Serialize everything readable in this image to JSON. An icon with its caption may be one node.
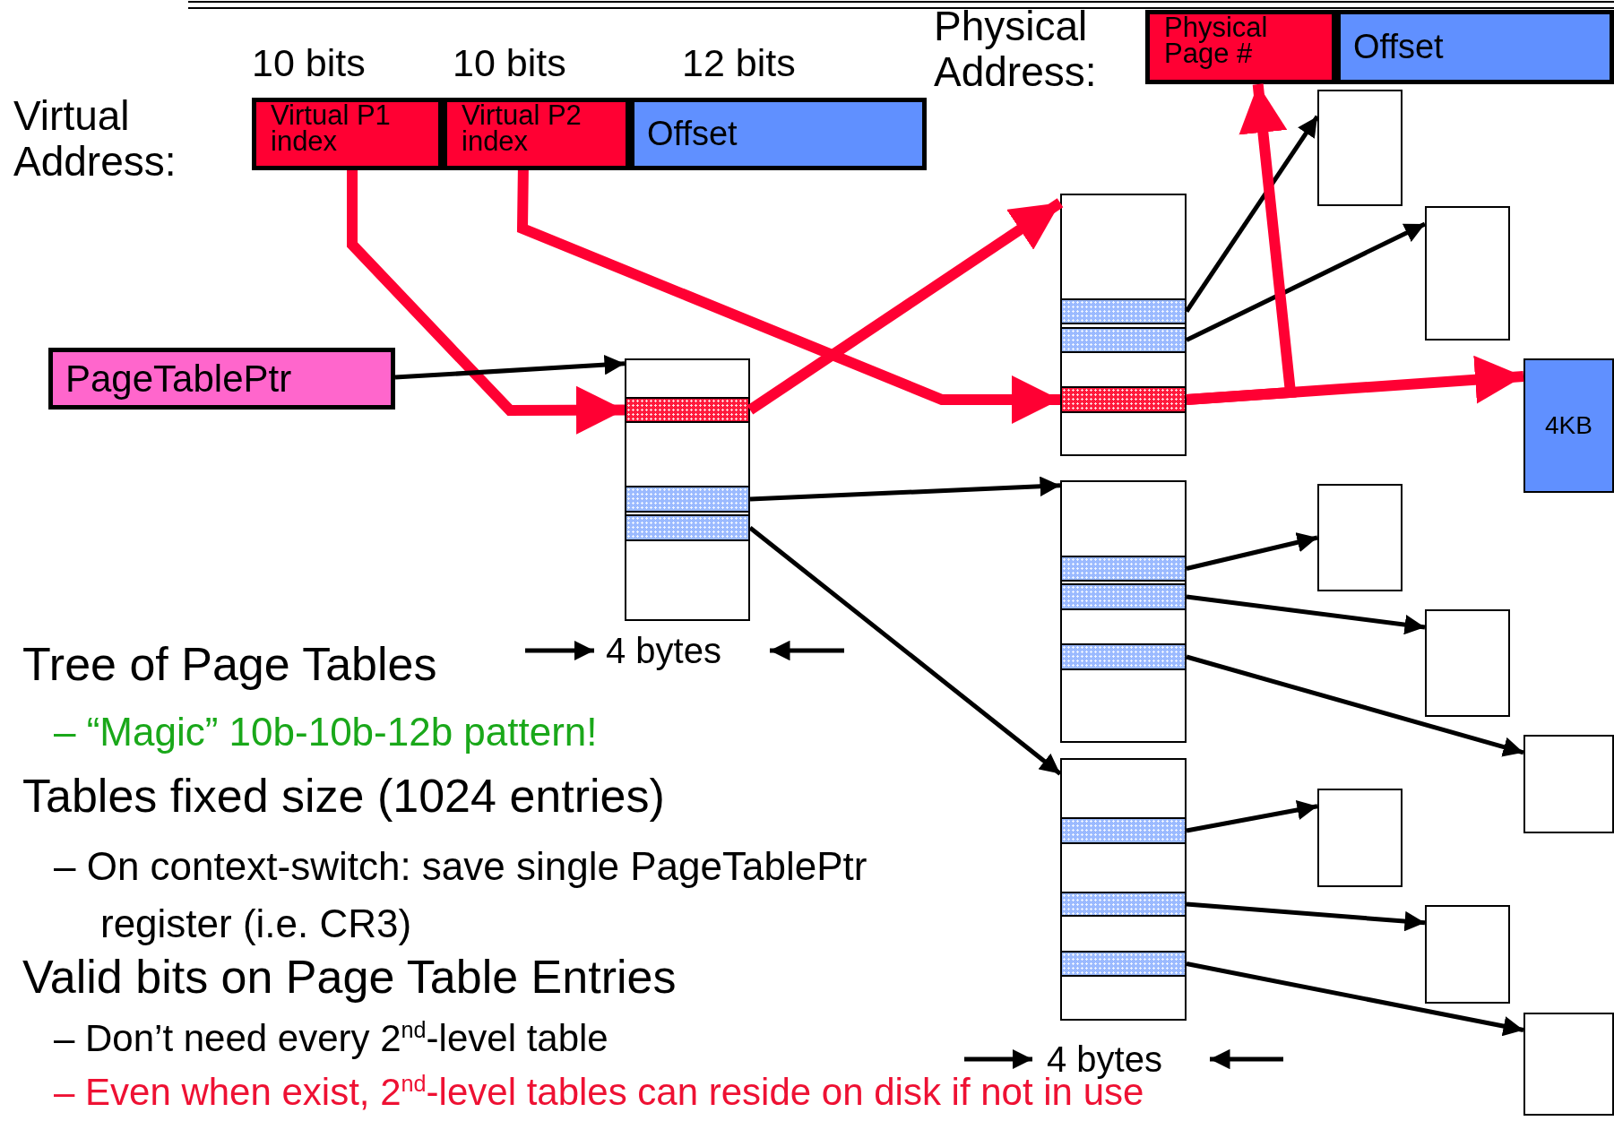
{
  "diagram": {
    "nodes": [
      {
        "text": [
          "Virtual P1 index"
        ]
      },
      {
        "text": [
          "Virtual P2 index"
        ]
      },
      {
        "text": [
          "Offset"
        ]
      },
      {
        "text": [
          "Physical Page #"
        ]
      },
      {
        "text": [
          "Offset"
        ]
      },
      {
        "text": [
          "PageTablePtr"
        ]
      },
      {
        "text": [],
        "shape": "box"
      },
      {
        "text": [],
        "shape": "bar",
        "in": 6
      },
      {
        "text": [],
        "shape": "bar",
        "in": 6
      },
      {
        "text": [],
        "shape": "bar",
        "in": 6
      },
      {
        "text": [],
        "shape": "box"
      },
      {
        "text": [],
        "shape": "bar",
        "in": 10
      },
      {
        "text": [],
        "shape": "bar",
        "in": 10
      },
      {
        "text": [],
        "shape": "bar",
        "in": 10
      },
      {
        "text": [],
        "shape": "box"
      },
      {
        "text": [],
        "shape": "bar",
        "in": 14
      },
      {
        "text": [],
        "shape": "bar",
        "in": 14
      },
      {
        "text": [],
        "shape": "bar",
        "in": 14
      },
      {
        "text": [],
        "shape": "box"
      },
      {
        "text": [],
        "shape": "bar",
        "in": 18
      },
      {
        "text": [],
        "shape": "bar",
        "in": 18
      },
      {
        "text": [],
        "shape": "bar",
        "in": 18
      },
      {
        "text": [],
        "shape": "box"
      },
      {
        "text": [],
        "shape": "box"
      },
      {
        "text": [
          "4KB"
        ]
      },
      {
        "text": [],
        "shape": "box"
      },
      {
        "text": [],
        "shape": "box"
      },
      {
        "text": [],
        "shape": "box"
      },
      {
        "text": [],
        "shape": "box"
      },
      {
        "text": [],
        "shape": "box"
      },
      {
        "text": [],
        "shape": "box"
      }
    ],
    "edges": [
      {
        "from": 0,
        "to": 7,
        "arrow": "to",
        "style": "thick",
        "color": "#ff0033"
      },
      {
        "from": 5,
        "to": 6,
        "arrow": "to"
      },
      {
        "from": 7,
        "to": 10,
        "arrow": "to",
        "style": "thick",
        "color": "#ff0033"
      },
      {
        "from": 1,
        "to": 13,
        "arrow": "to",
        "style": "thick",
        "color": "#ff0033"
      },
      {
        "from": 8,
        "to": 14,
        "arrow": "to"
      },
      {
        "from": 9,
        "to": 18,
        "arrow": "to"
      },
      {
        "from": 11,
        "to": 22,
        "arrow": "to"
      },
      {
        "from": 12,
        "to": 23,
        "arrow": "to"
      },
      {
        "from": 13,
        "to": 24,
        "arrow": "to",
        "style": "thick",
        "color": "#ff0033"
      },
      {
        "from": 13,
        "to": 3,
        "arrow": "to",
        "style": "thick",
        "color": "#ff0033"
      },
      {
        "from": 15,
        "to": 25,
        "arrow": "to"
      },
      {
        "from": 16,
        "to": 26,
        "arrow": "to"
      },
      {
        "from": 17,
        "to": 27,
        "arrow": "to"
      },
      {
        "from": 19,
        "to": 28,
        "arrow": "to"
      },
      {
        "from": 20,
        "to": 29,
        "arrow": "to"
      },
      {
        "from": 21,
        "to": 30,
        "arrow": "to"
      }
    ],
    "labels": [
      "Virtual Address:",
      "10 bits",
      "10 bits",
      "12 bits",
      "Physical Address:",
      "4 bytes",
      "4 bytes",
      "Tree of Page Tables",
      "– “Magic” 10b-10b-12b pattern!",
      "Tables fixed size (1024 entries)",
      "– On context-switch: save single PageTablePtr register (i.e. CR3)",
      "Valid bits on Page Table Entries",
      "– Don’t need every 2$^{nd}$-level table",
      "– Even when exist, 2$^{nd}$-level tables can reside on disk if not in use"
    ]
  }
}
